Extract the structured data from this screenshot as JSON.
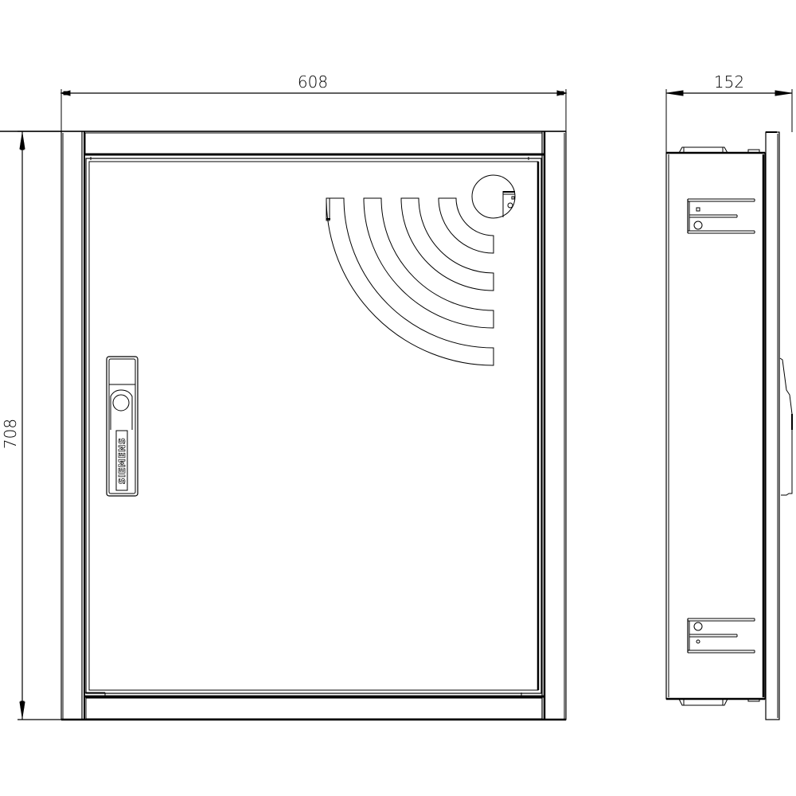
{
  "drawing": {
    "front_view": {
      "width_dimension": "608",
      "height_dimension": "708",
      "handle_brand": "SIEMENS"
    },
    "side_view": {
      "depth_dimension": "152"
    }
  },
  "colors": {
    "line": "#000000",
    "background": "#ffffff"
  }
}
